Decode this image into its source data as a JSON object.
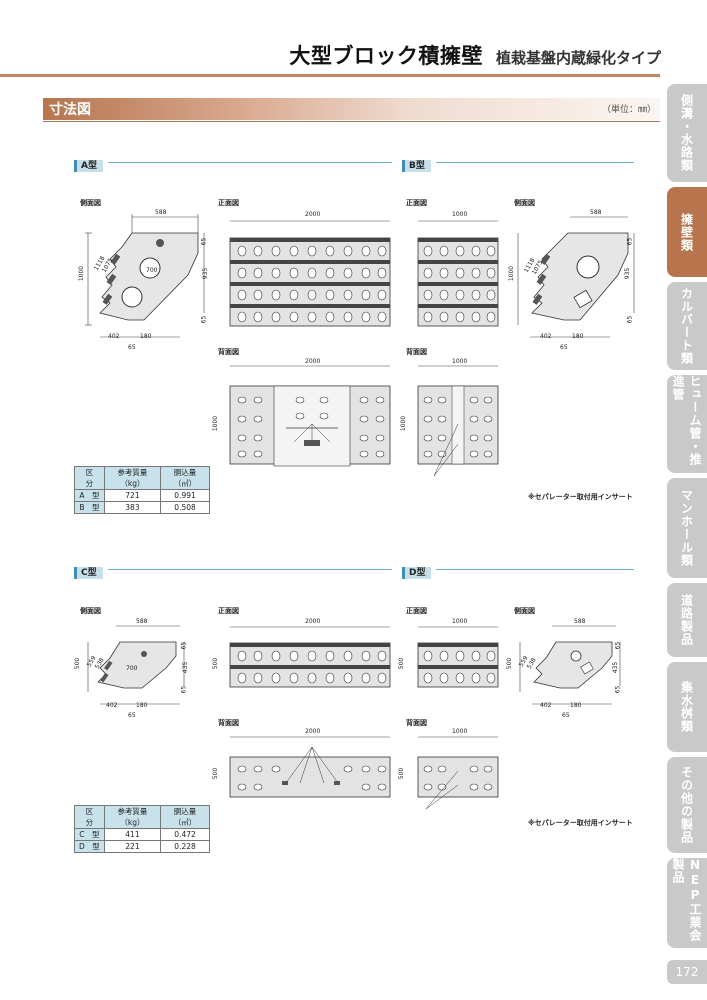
{
  "header": {
    "title": "大型ブロック積擁壁",
    "subtitle": "植栽基盤内蔵緑化タイプ"
  },
  "section": {
    "title": "寸法図",
    "unit": "（単位：㎜）"
  },
  "side_tabs": [
    {
      "label": "側溝・水路類",
      "active": false
    },
    {
      "label": "擁壁類",
      "active": true
    },
    {
      "label": "カルバート類",
      "active": false
    },
    {
      "label": "ヒューム管・推進管",
      "active": false
    },
    {
      "label": "マンホール類",
      "active": false
    },
    {
      "label": "道路製品",
      "active": false
    },
    {
      "label": "集水桝類",
      "active": false
    },
    {
      "label": "その他の製品",
      "active": false
    },
    {
      "label": "NEP工業会製品",
      "active": false
    }
  ],
  "page_number": "172",
  "types": {
    "A": {
      "label": "A型"
    },
    "B": {
      "label": "B型"
    },
    "C": {
      "label": "C型"
    },
    "D": {
      "label": "D型"
    }
  },
  "views": {
    "side": "側面図",
    "front": "正面図",
    "back": "背面図"
  },
  "dims": {
    "d588": "588",
    "d2000": "2000",
    "d1000": "1000",
    "d500": "500",
    "d65": "65",
    "d935": "935",
    "d435": "435",
    "d700": "700",
    "d402": "402",
    "d180": "180",
    "d1118": "1118",
    "d1075": "1075",
    "d559": "559",
    "d538": "538"
  },
  "note": "※セパレーター取付用インサート",
  "table_top": {
    "headers": [
      "区　分",
      "参考質量（kg）",
      "胴込量（㎥）"
    ],
    "rows": [
      [
        "A　型",
        "721",
        "0.991"
      ],
      [
        "B　型",
        "383",
        "0.508"
      ]
    ]
  },
  "table_bottom": {
    "headers": [
      "区　分",
      "参考質量（kg）",
      "胴込量（㎥）"
    ],
    "rows": [
      [
        "C　型",
        "411",
        "0.472"
      ],
      [
        "D　型",
        "221",
        "0.228"
      ]
    ]
  }
}
